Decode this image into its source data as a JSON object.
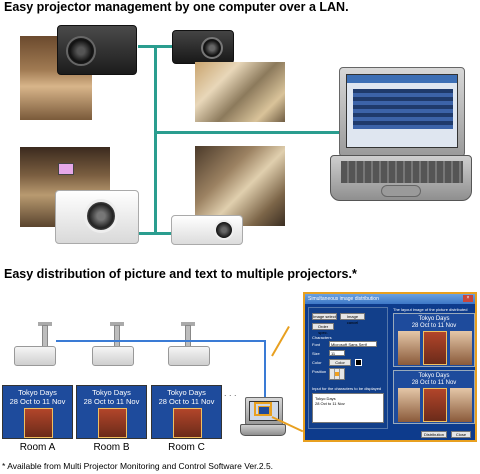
{
  "headings": {
    "top": "Easy projector management by one computer over a LAN.",
    "bottom": "Easy distribution of picture and text to multiple projectors.*"
  },
  "footnote": "* Available from Multi Projector Monitoring and Control Software Ver.2.5.",
  "screen_text": {
    "line1": "Tokyo Days",
    "line2": "28 Oct to 11 Nov"
  },
  "rooms": [
    "Room A",
    "Room B",
    "Room C"
  ],
  "ellipsis": ". . .",
  "colors": {
    "lan_line": "#2a9d8f",
    "blue_line": "#3a7bd5",
    "callout": "#e8a020",
    "dialog_bg": "#0d3b8c"
  },
  "dialog": {
    "title": "Simultaneous image distribution",
    "close": "×",
    "layout_label": "The layout image of the picture distributed",
    "image_select_button": "Image select",
    "image_cancel_button": "Image cancel",
    "order_spec_button": "Order spec.",
    "char_section": "Characters",
    "font_label": "Font",
    "font_value": "Microsoft Sans Serif",
    "size_label": "Size",
    "size_value": "11",
    "color_label": "Color",
    "color_button": "Color spec.",
    "position_label": "Position",
    "input_label": "Input for the characters to be displayed",
    "input_line1": "Tokyo Days",
    "input_line2": "28 Oct to 11 Nov",
    "distribute_button": "Distribution",
    "close_button": "Close"
  }
}
